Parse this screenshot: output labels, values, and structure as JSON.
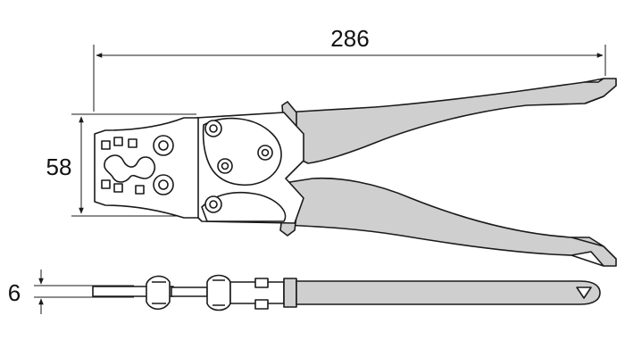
{
  "dimensions": {
    "overall_length": "286",
    "jaw_height": "58",
    "thickness": "6"
  },
  "colors": {
    "outline": "#1a1a1a",
    "grip": "#cfcfcf",
    "metal": "#ffffff"
  }
}
